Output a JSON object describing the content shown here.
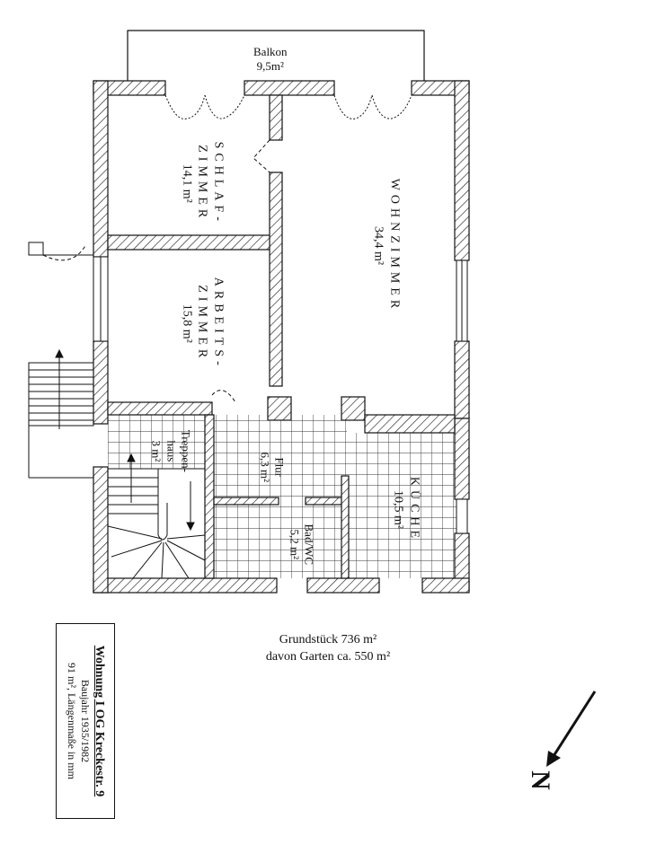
{
  "rooms": {
    "balkon": {
      "name": "Balkon",
      "area": "9,5m²"
    },
    "schlafzimmer": {
      "name1": "SCHLAF-",
      "name2": "ZIMMER",
      "area": "14,1 m²"
    },
    "arbeitszimmer": {
      "name1": "ARBEITS-",
      "name2": "ZIMMER",
      "area": "15,8 m²"
    },
    "wohnzimmer": {
      "name": "WOHNZIMMER",
      "area": "34,4 m²"
    },
    "treppenhaus": {
      "name1": "Treppen-",
      "name2": "haus",
      "area": "3 m²"
    },
    "flur": {
      "name": "Flur",
      "area": "6,3 m²"
    },
    "bad": {
      "name": "Bad/WC",
      "area": "5,2 m²"
    },
    "kueche": {
      "name": "KÜCHE",
      "area": "10,5 m²"
    }
  },
  "property": {
    "line1": "Grundstück  736 m²",
    "line2": "davon Garten  ca. 550 m²"
  },
  "info": {
    "title": "Wohnung I OG Kreckestr. 9",
    "line1": "Baujahr 1935/1982",
    "line2": "91 m², Längenmaße in mm"
  },
  "compass": {
    "label": "N"
  }
}
